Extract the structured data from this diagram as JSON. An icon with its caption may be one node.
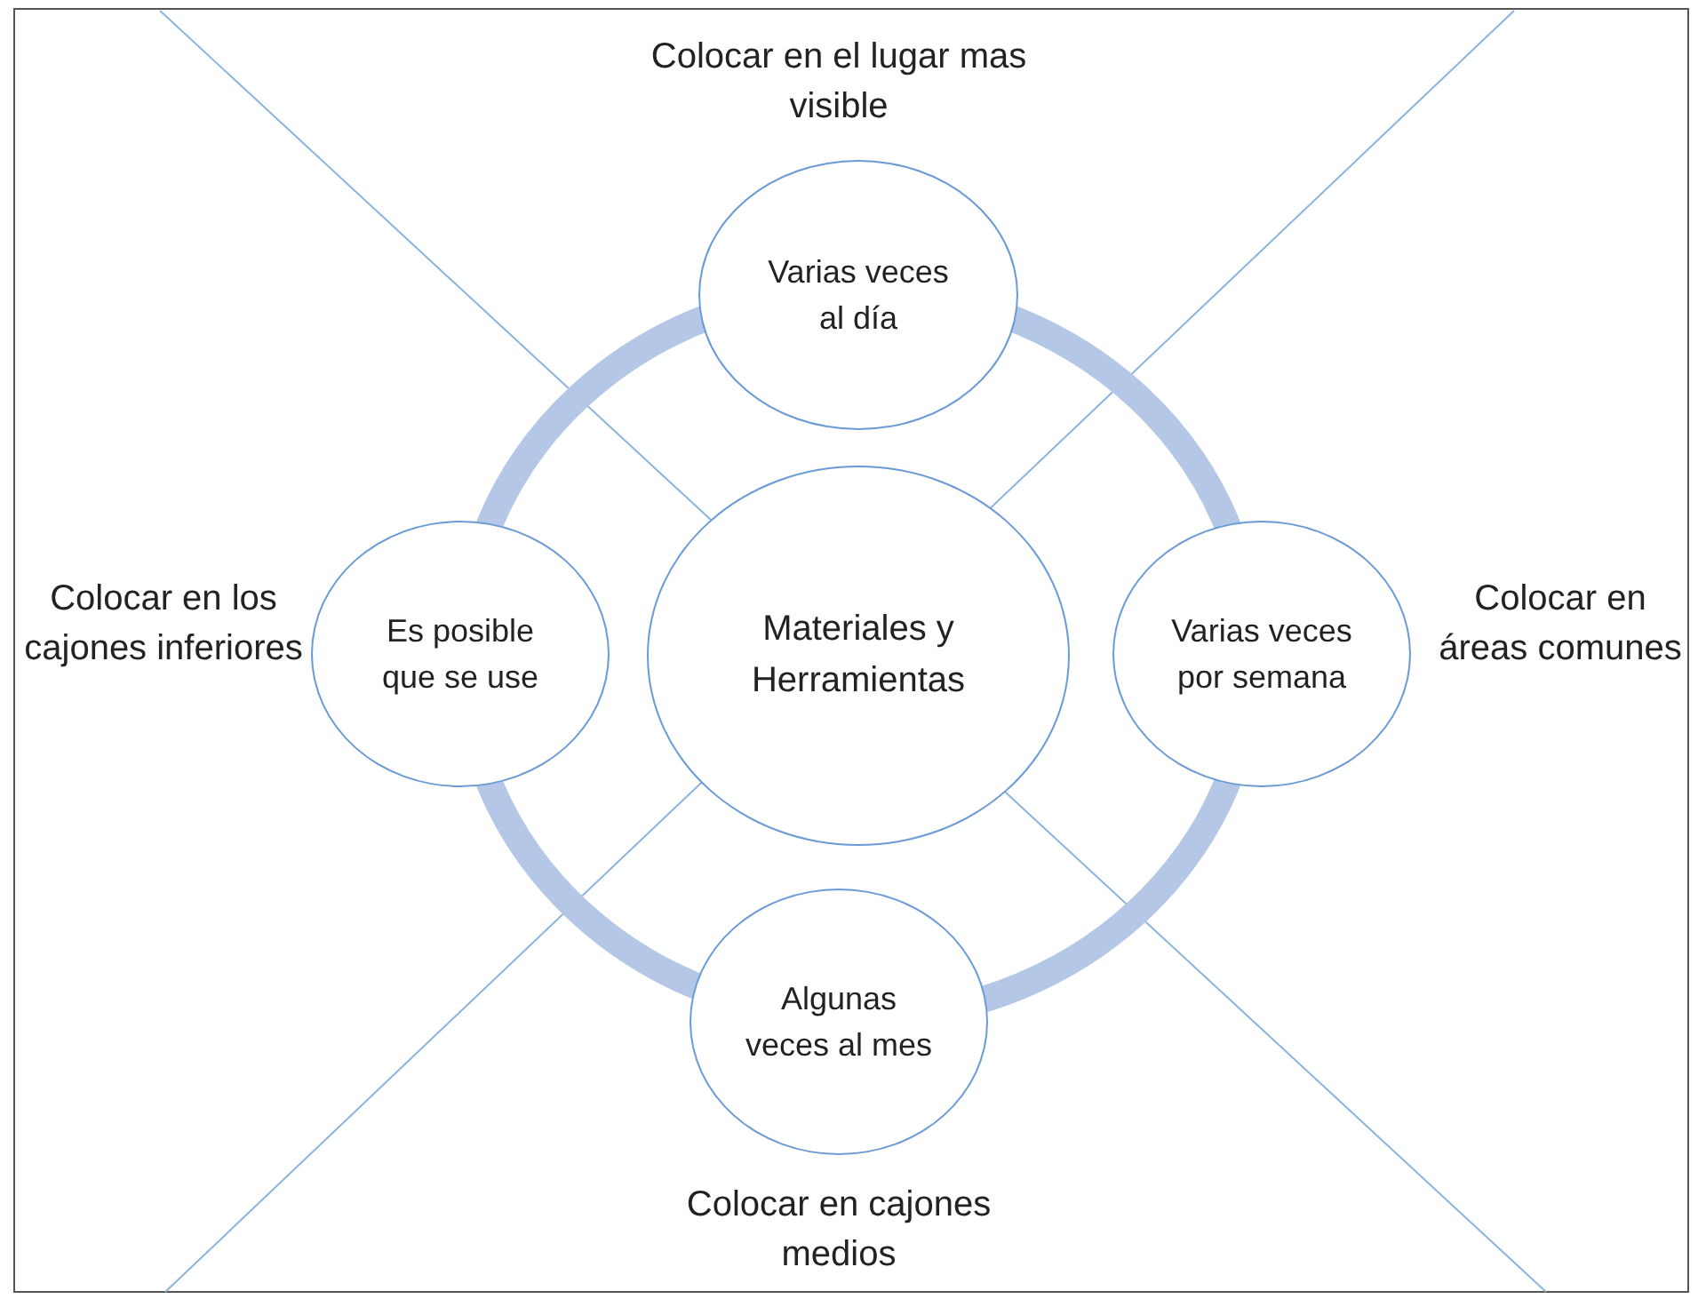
{
  "diagram": {
    "nodes": [
      {
        "text": [
          "Varias veces al día"
        ],
        "beside": [
          "Colocar en el lugar mas visible"
        ]
      },
      {
        "text": [
          "Es posible que se use"
        ],
        "beside": [
          "Colocar en los cajones inferiores"
        ]
      },
      {
        "text": [
          "Materiales y Herramientas"
        ]
      },
      {
        "text": [
          "Varias veces por semana"
        ],
        "beside": [
          "Colocar en áreas comunes"
        ]
      },
      {
        "text": [
          "Algunas veces al mes"
        ],
        "beside": [
          "Colocar en cajones medios"
        ]
      }
    ]
  }
}
